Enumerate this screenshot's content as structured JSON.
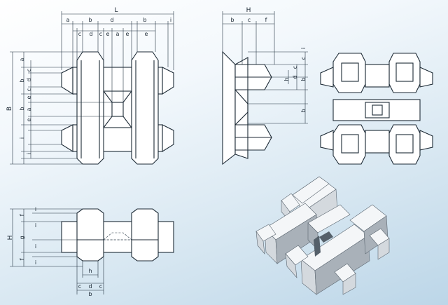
{
  "labels": {
    "top": {
      "L": "L",
      "a": "a",
      "b": "b",
      "c": "c",
      "d": "d",
      "e": "e",
      "i": "i"
    },
    "left": {
      "B": "B",
      "a": "a",
      "b": "b",
      "c": "c",
      "d": "d",
      "e": "e",
      "i": "i"
    },
    "side": {
      "H": "H",
      "b": "b",
      "c": "c",
      "f": "f",
      "h": "h",
      "d": "d",
      "i": "i"
    },
    "front": {
      "H": "H",
      "f": "f",
      "g": "g",
      "h": "h",
      "b": "b",
      "c": "c",
      "d": "d",
      "i": "i"
    }
  },
  "colors": {
    "background_light": "#ffffff",
    "background_dark": "#bcd6e8",
    "outline": "#1d2a35",
    "render_light": "#f4f6f8",
    "render_mid": "#d4d9de",
    "render_shadow": "#a9b1b9"
  }
}
